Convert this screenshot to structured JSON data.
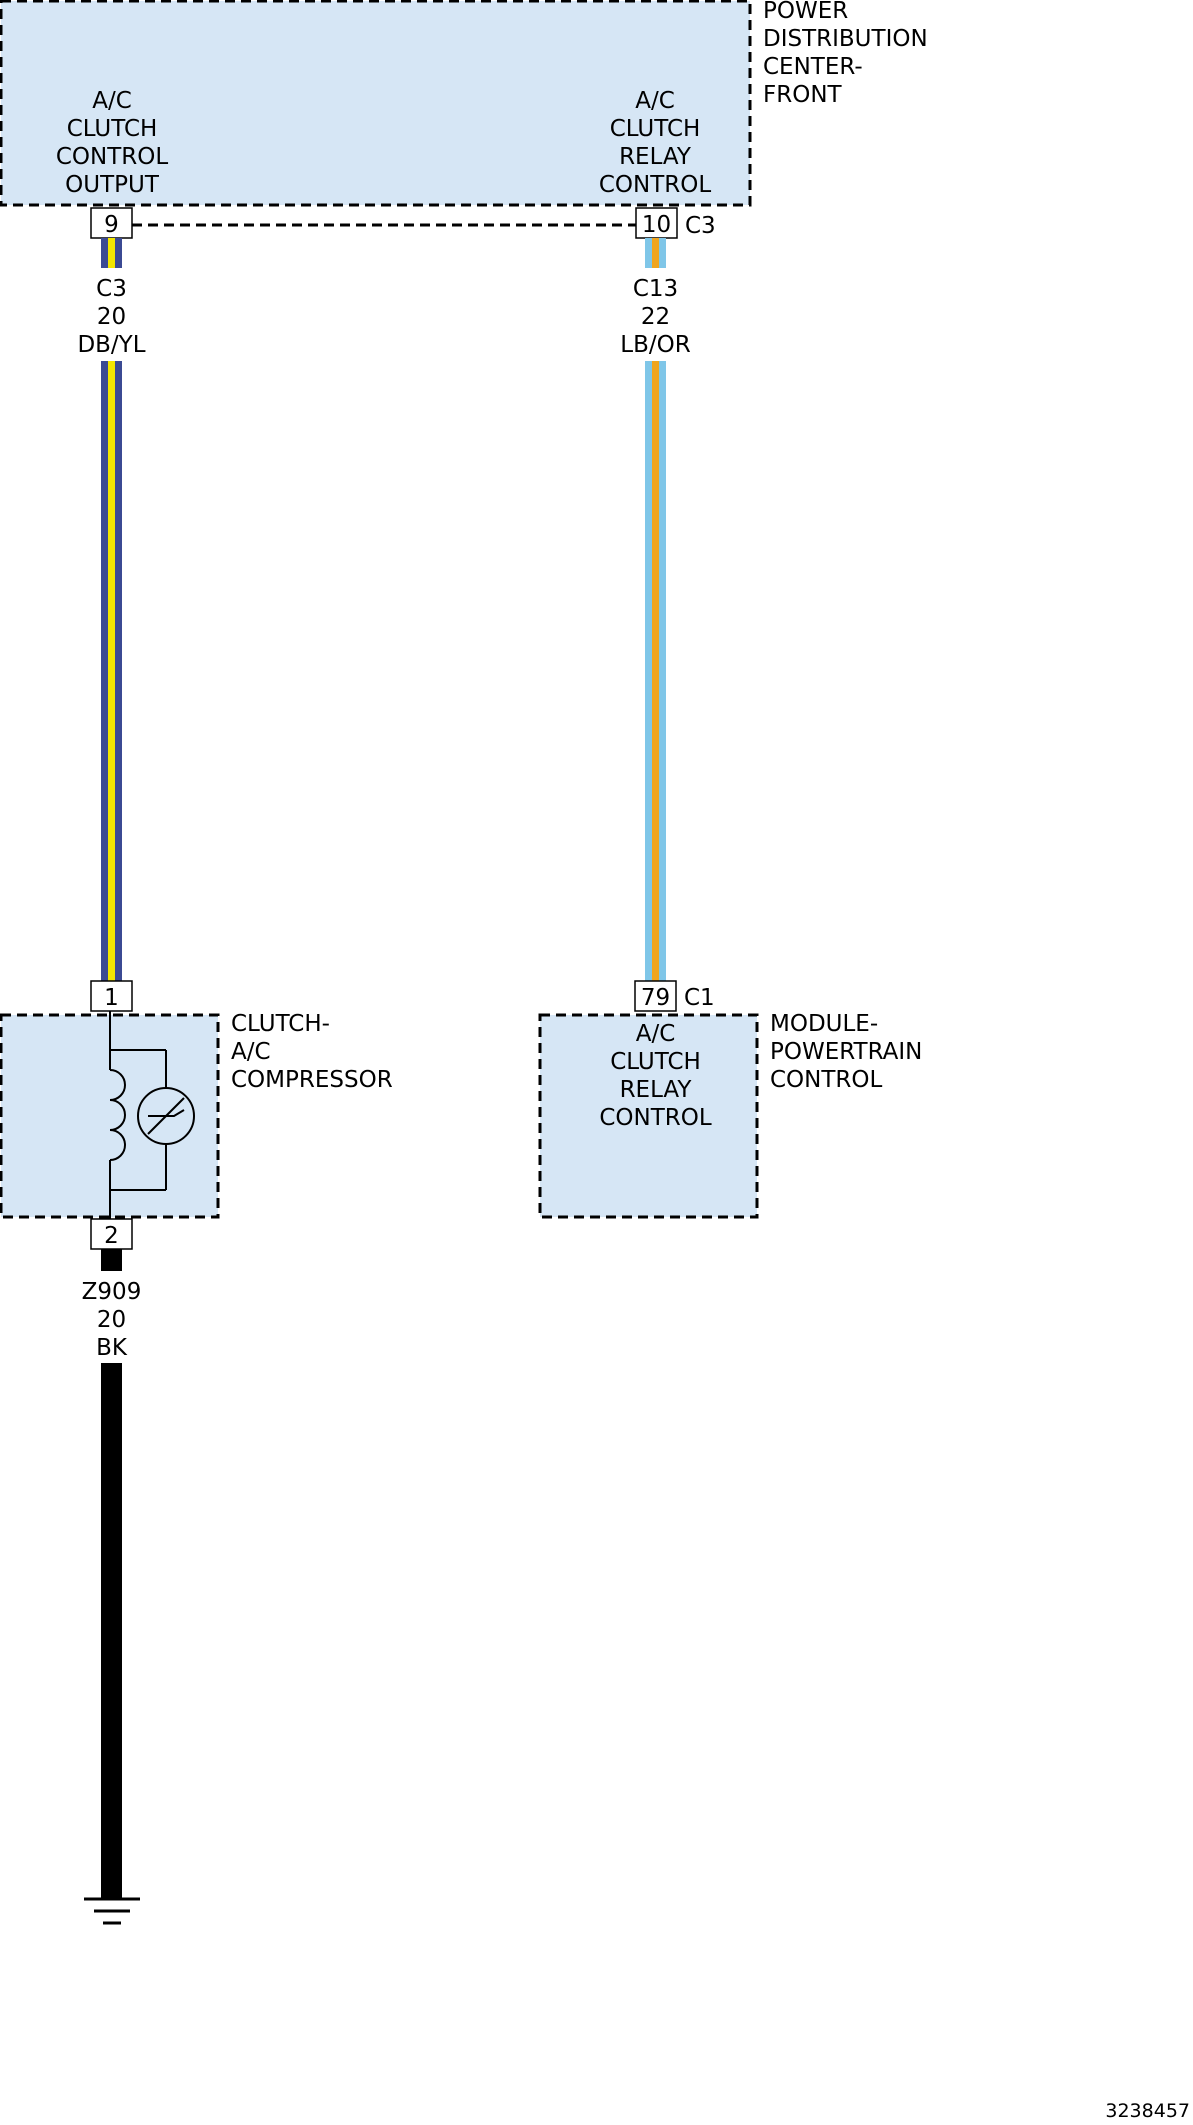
{
  "colors": {
    "module_fill": "#d6e6f5",
    "db": "#3b4a93",
    "yl": "#f2e600",
    "lb": "#7fc6e8",
    "or": "#f0a51e",
    "bk": "#000000"
  },
  "pdc": {
    "title": [
      "POWER",
      "DISTRIBUTION",
      "CENTER-",
      "FRONT"
    ],
    "left_function": [
      "A/C",
      "CLUTCH",
      "CONTROL",
      "OUTPUT"
    ],
    "right_function": [
      "A/C",
      "CLUTCH",
      "RELAY",
      "CONTROL"
    ],
    "pin_left": "9",
    "pin_right": "10",
    "connector": "C3"
  },
  "wires": [
    {
      "circuit": "C3",
      "gauge": "20",
      "color_code": "DB/YL"
    },
    {
      "circuit": "C13",
      "gauge": "22",
      "color_code": "LB/OR"
    },
    {
      "circuit": "Z909",
      "gauge": "20",
      "color_code": "BK"
    }
  ],
  "compressor": {
    "title": [
      "CLUTCH-",
      "A/C",
      "COMPRESSOR"
    ],
    "pin_top": "1",
    "pin_bottom": "2"
  },
  "pcm": {
    "title": [
      "MODULE-",
      "POWERTRAIN",
      "CONTROL"
    ],
    "function": [
      "A/C",
      "CLUTCH",
      "RELAY",
      "CONTROL"
    ],
    "pin": "79",
    "connector": "C1"
  },
  "ground_icon": "ground-symbol",
  "figure_id": "3238457"
}
